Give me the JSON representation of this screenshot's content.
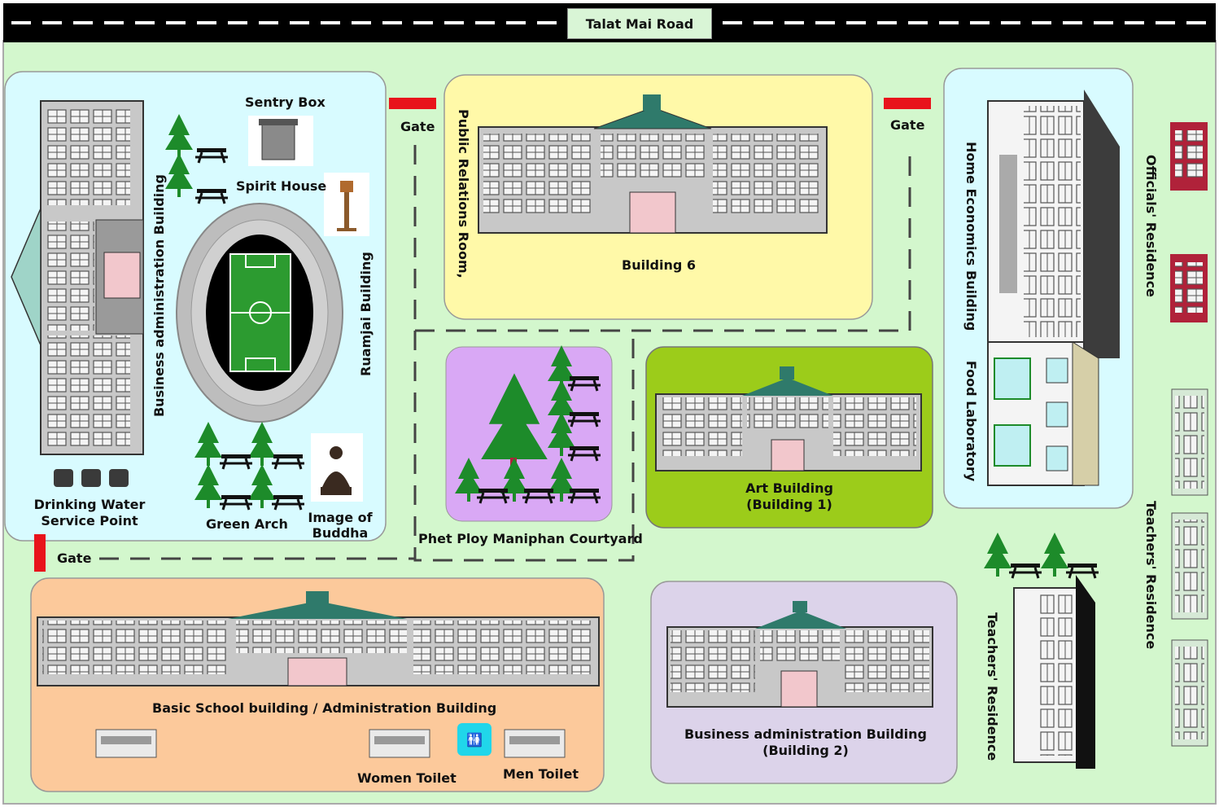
{
  "map": {
    "road": "Talat Mai Road",
    "gates": [
      "Gate",
      "Gate",
      "Gate"
    ],
    "labels": {
      "sentry_box": "Sentry Box",
      "spirit_house": "Spirit House",
      "business_admin_left": "Business administration Building",
      "ruamjai": "Ruamjai Building",
      "drinking_water": [
        "Drinking Water",
        "Service Point"
      ],
      "green_arch": "Green Arch",
      "buddha_image": [
        "Image of",
        "Buddha"
      ],
      "public_relations": "Public Relations Room,",
      "building6": "Building 6",
      "courtyard": "Phet Ploy Maniphan Courtyard",
      "art_building": [
        "Art Building",
        "(Building 1)"
      ],
      "home_economics": "Home Economics Building",
      "food_lab": "Food Laboratory",
      "officials_residence": "Officials' Residence",
      "teachers_residence_right": "Teachers' Residence",
      "teachers_residence_center": "Teachers' Residence",
      "basic_school": "Basic School building / Administration Building",
      "women_toilet": "Women Toilet",
      "men_toilet": "Men Toilet",
      "business_admin_2": [
        "Business administration Building",
        "(Building 2)"
      ]
    }
  },
  "colors": {
    "ground": "#d3f7cd",
    "road": "#000000",
    "zone_cyan": "#d8fbff",
    "zone_yellow": "#fff9a8",
    "zone_purple": "#d9a8f5",
    "zone_green": "#9ccc1a",
    "zone_orange": "#fcc99b",
    "zone_lilac": "#dcd3ea",
    "gate": "#e8131b",
    "tree": "#1d8b2a",
    "building": "#c8c8c8"
  },
  "icons": [
    "tree-icon",
    "bench-icon",
    "stadium-icon",
    "buddha-icon",
    "spirit-house-icon",
    "sentry-box-icon",
    "water-tank-icon",
    "toilet-icon",
    "house-icon"
  ]
}
